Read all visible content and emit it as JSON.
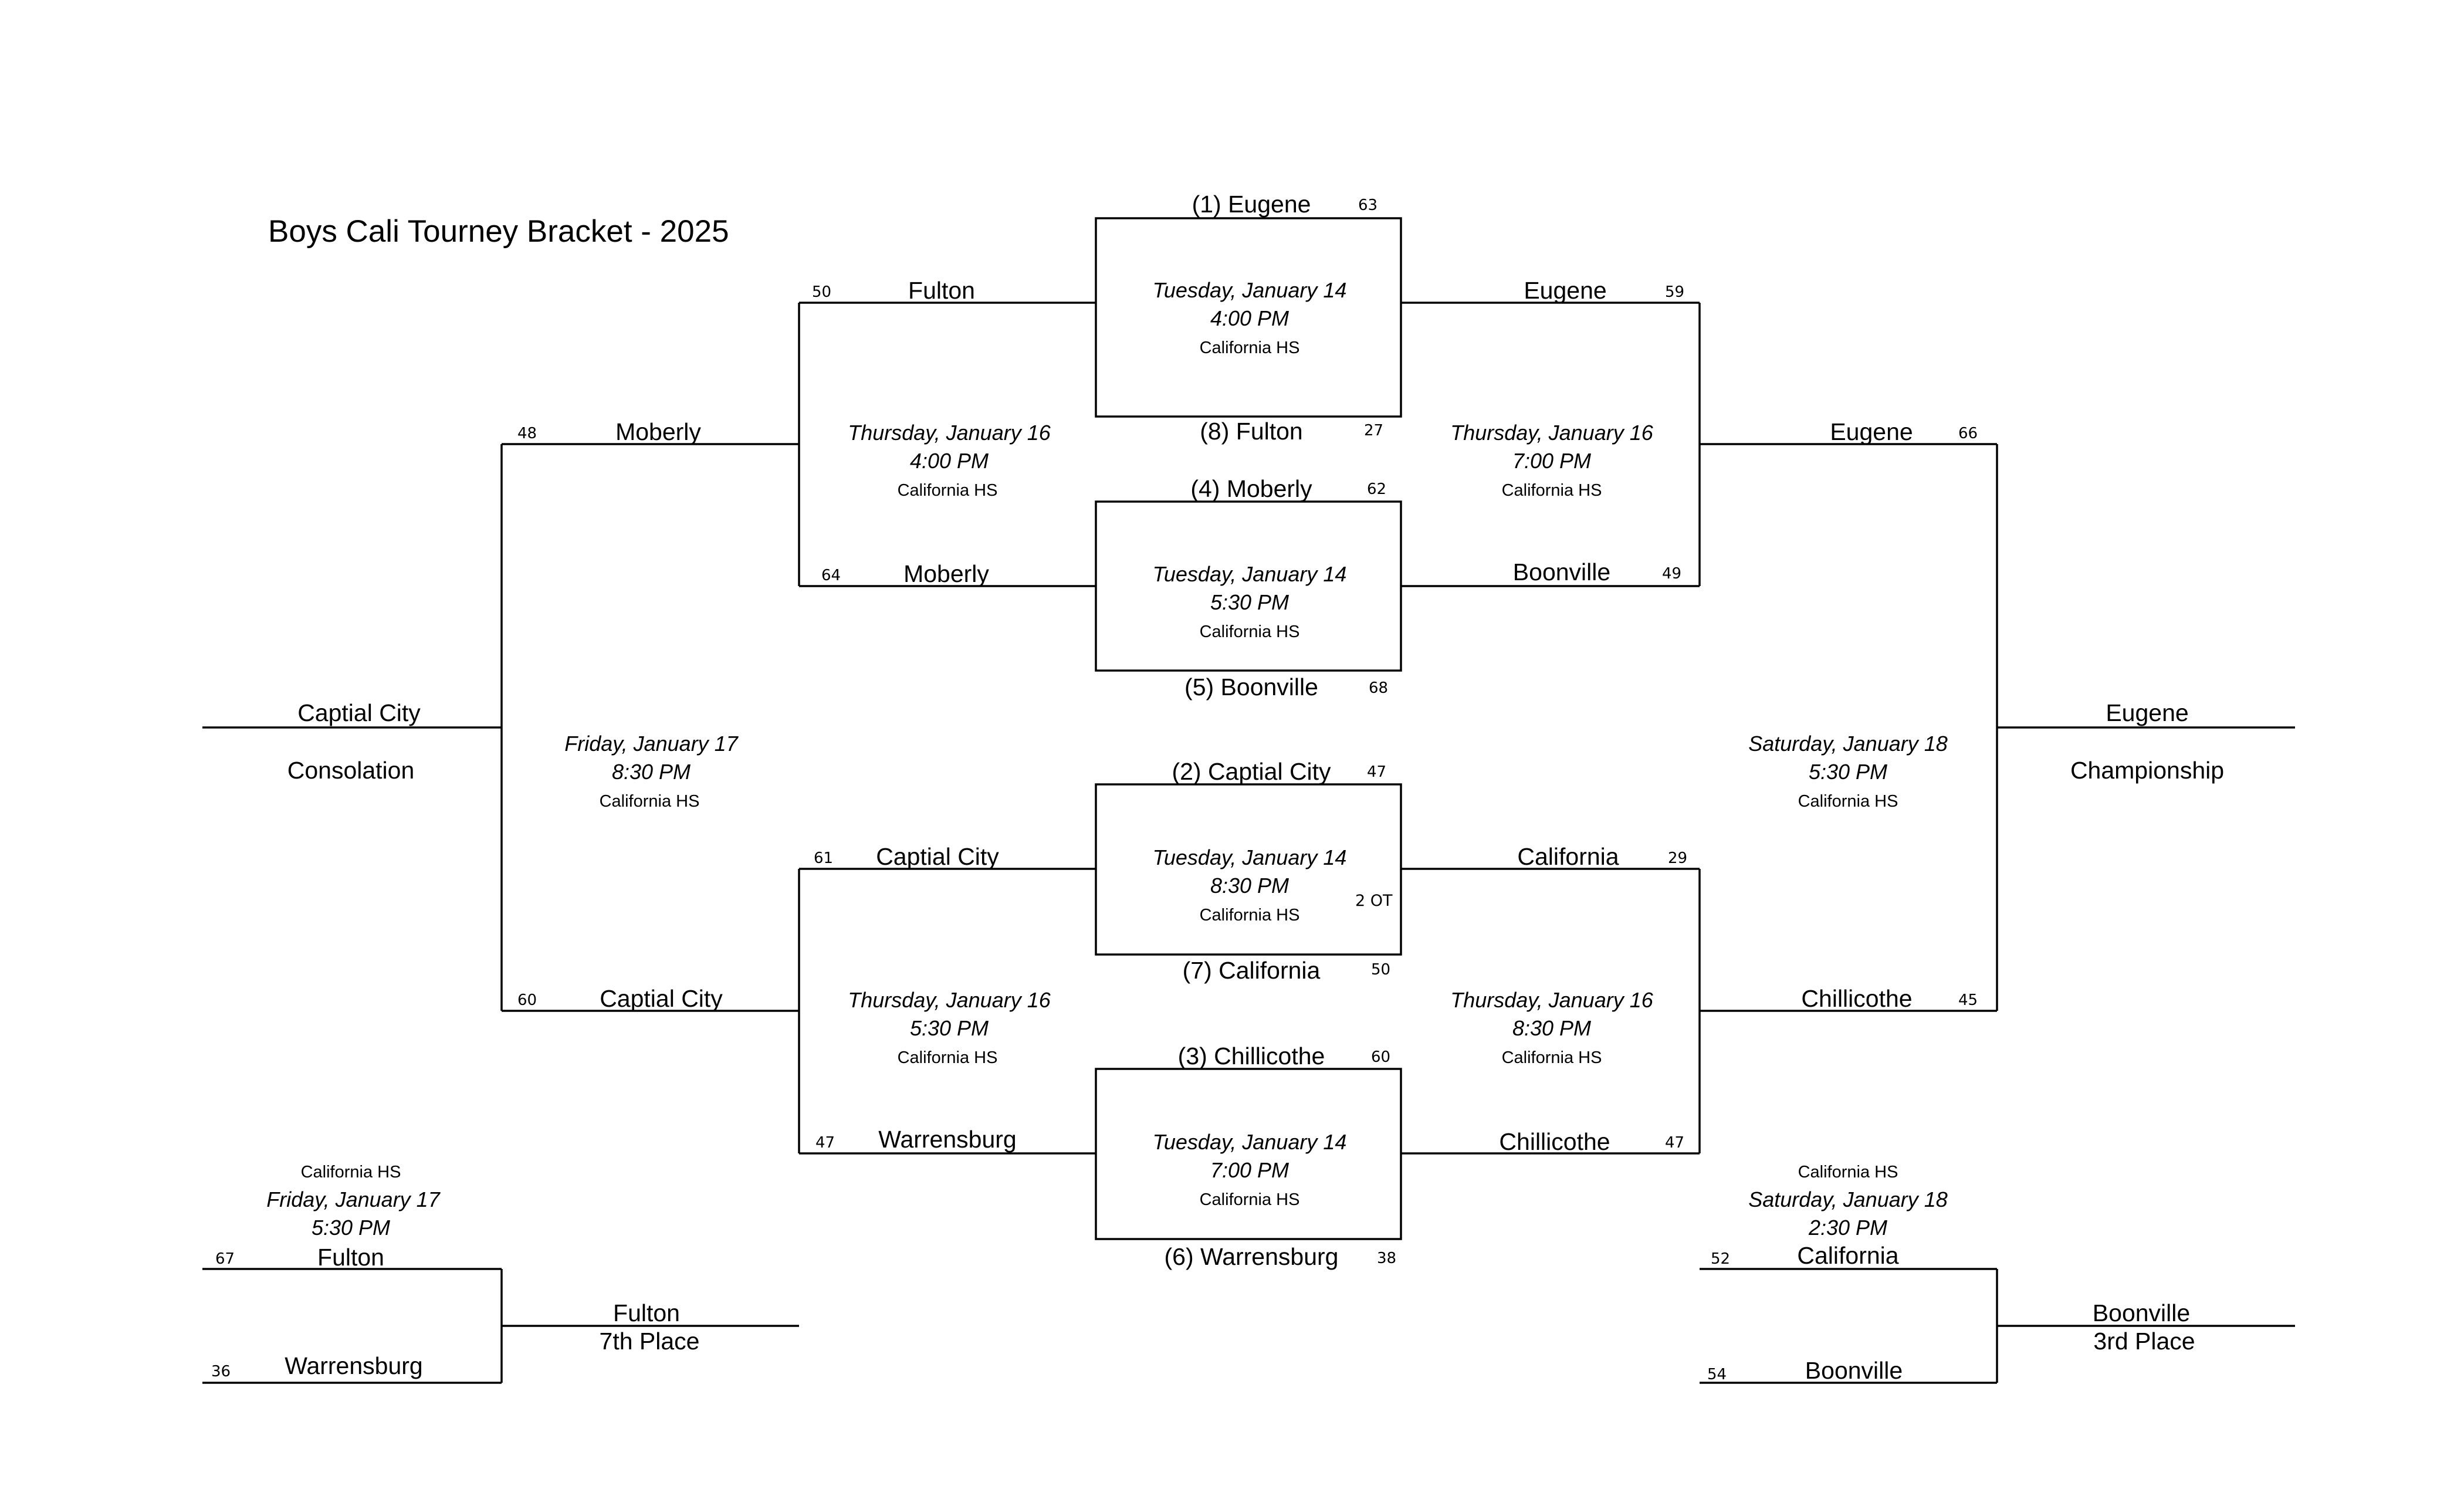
{
  "title": "Boys Cali Tourney Bracket - 2025",
  "venue": "California HS",
  "quarterfinals": [
    {
      "top": {
        "name": "(1) Eugene",
        "score": "63"
      },
      "bottom": {
        "name": "(8) Fulton",
        "score": "27"
      },
      "day": "Tuesday, January 14",
      "time": "4:00 PM"
    },
    {
      "top": {
        "name": "(4) Moberly",
        "score": "62"
      },
      "bottom": {
        "name": "(5) Boonville",
        "score": "68"
      },
      "day": "Tuesday, January 14",
      "time": "5:30 PM"
    },
    {
      "top": {
        "name": "(2) Captial City",
        "score": "47"
      },
      "bottom": {
        "name": "(7) California",
        "score": "50"
      },
      "day": "Tuesday, January 14",
      "time": "8:30 PM",
      "note": "2 OT"
    },
    {
      "top": {
        "name": "(3) Chillicothe",
        "score": "60"
      },
      "bottom": {
        "name": "(6) Warrensburg",
        "score": "38"
      },
      "day": "Tuesday, January 14",
      "time": "7:00 PM"
    }
  ],
  "consolation_semis": [
    {
      "top": {
        "name": "Fulton",
        "score": "50"
      },
      "bottom": {
        "name": "Moberly",
        "score": "64"
      },
      "day": "Thursday, January 16",
      "time": "4:00 PM"
    },
    {
      "top": {
        "name": "Captial City",
        "score": "61"
      },
      "bottom": {
        "name": "Warrensburg",
        "score": "47"
      },
      "day": "Thursday, January 16",
      "time": "5:30 PM"
    }
  ],
  "semis": [
    {
      "top": {
        "name": "Eugene",
        "score": "59"
      },
      "bottom": {
        "name": "Boonville",
        "score": "49"
      },
      "day": "Thursday, January 16",
      "time": "7:00 PM"
    },
    {
      "top": {
        "name": "California",
        "score": "29"
      },
      "bottom": {
        "name": "Chillicothe",
        "score": "47"
      },
      "day": "Thursday, January 16",
      "time": "8:30 PM"
    }
  ],
  "consolation_final": {
    "top": {
      "name": "Moberly",
      "score": "48"
    },
    "bottom": {
      "name": "Captial City",
      "score": "60"
    },
    "day": "Friday, January 17",
    "time": "8:30 PM",
    "winner": "Captial City",
    "label": "Consolation"
  },
  "championship": {
    "top": {
      "name": "Eugene",
      "score": "66"
    },
    "bottom": {
      "name": "Chillicothe",
      "score": "45"
    },
    "day": "Saturday, January 18",
    "time": "5:30 PM",
    "winner": "Eugene",
    "label": "Championship"
  },
  "seventh_place": {
    "top": {
      "name": "Fulton",
      "score": "67"
    },
    "bottom": {
      "name": "Warrensburg",
      "score": "36"
    },
    "day": "Friday, January 17",
    "time": "5:30 PM",
    "winner": "Fulton",
    "label": "7th Place"
  },
  "third_place": {
    "top": {
      "name": "California",
      "score": "52"
    },
    "bottom": {
      "name": "Boonville",
      "score": "54"
    },
    "day": "Saturday, January 18",
    "time": "2:30 PM",
    "winner": "Boonville",
    "label": "3rd Place"
  }
}
